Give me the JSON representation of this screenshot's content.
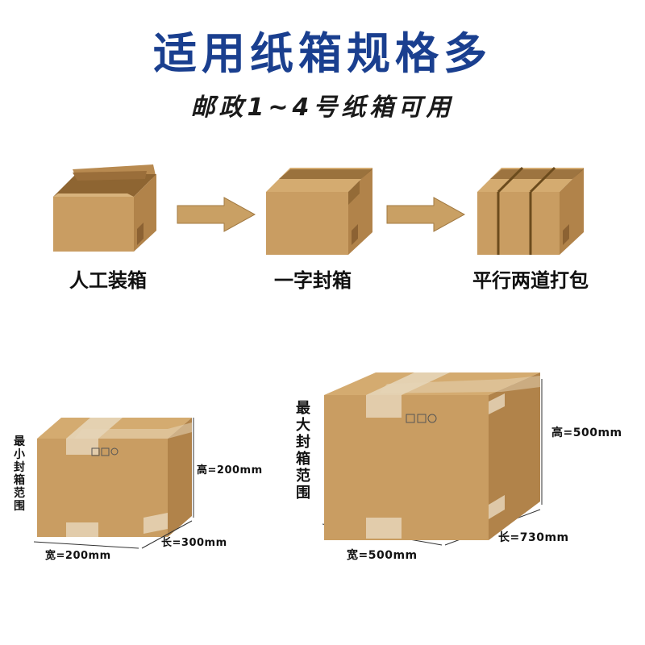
{
  "header": {
    "title": "适用纸箱规格多",
    "subtitle": "邮政1~4号纸箱可用"
  },
  "steps": [
    {
      "label": "人工装箱",
      "icon": "open-box-icon"
    },
    {
      "label": "一字封箱",
      "icon": "taped-box-icon"
    },
    {
      "label": "平行两道打包",
      "icon": "strapped-box-icon"
    }
  ],
  "small_box": {
    "caption": "最小封箱范围",
    "height_label": "高=200mm",
    "length_label": "长=300mm",
    "width_label": "宽=200mm"
  },
  "large_box": {
    "caption": "最大封箱范围",
    "height_label": "高=500mm",
    "length_label": "长=730mm",
    "width_label": "宽=500mm"
  },
  "colors": {
    "title_blue": "#1a3f8f",
    "cardboard": "#c9a064",
    "cardboard_dark": "#a97e44",
    "arrow": "#c9a064"
  }
}
